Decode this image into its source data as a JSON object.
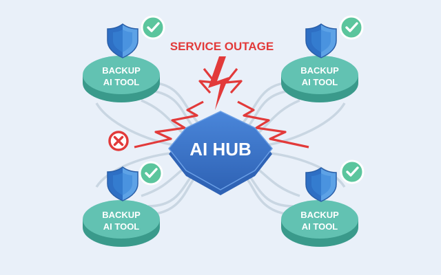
{
  "diagram": {
    "alert_label": "SERVICE OUTAGE",
    "hub": {
      "label": "AI HUB"
    },
    "nodes": [
      {
        "id": "top-left",
        "line1": "BACKUP",
        "line2": "AI TOOL",
        "status_icon": "check-icon"
      },
      {
        "id": "top-right",
        "line1": "BACKUP",
        "line2": "AI TOOL",
        "status_icon": "check-icon"
      },
      {
        "id": "bottom-left",
        "line1": "BACKUP",
        "line2": "AI TOOL",
        "status_icon": "check-icon"
      },
      {
        "id": "bottom-right",
        "line1": "BACKUP",
        "line2": "AI TOOL",
        "status_icon": "check-icon"
      }
    ],
    "failed_link_icon": "x-circle-icon",
    "shield_icon": "shield-icon",
    "colors": {
      "background": "#e9f0f9",
      "hub": "#3a73c7",
      "node": "#62c2b2",
      "alert": "#e23a3a",
      "shield": "#3f86d6",
      "check": "#5bc59d",
      "connector": "#c9d6e2"
    }
  }
}
